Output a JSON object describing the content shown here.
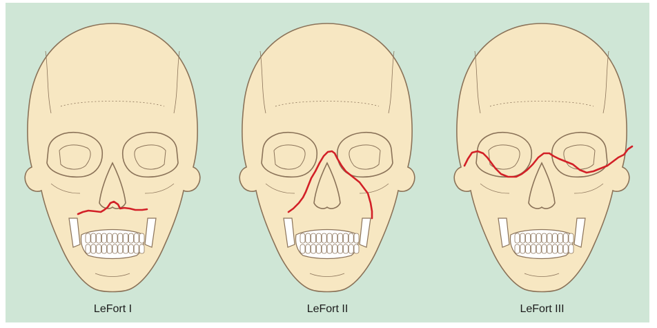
{
  "background_color": "#cfe6d6",
  "bone_color": "#f7e7c2",
  "outline_color": "#8a7258",
  "fracture_color": "#d22027",
  "panels": [
    {
      "label": "LeFort I",
      "fracture_type": "lefort-1"
    },
    {
      "label": "LeFort II",
      "fracture_type": "lefort-2"
    },
    {
      "label": "LeFort III",
      "fracture_type": "lefort-3"
    }
  ]
}
